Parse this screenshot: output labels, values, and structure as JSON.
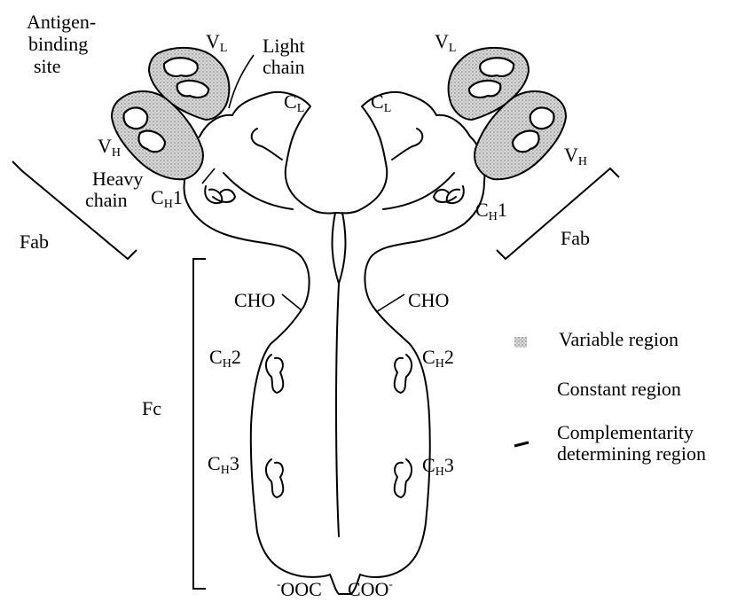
{
  "labels": {
    "antigen_binding_site": [
      "Antigen-",
      "binding",
      "site"
    ],
    "light_chain": [
      "Light",
      "chain"
    ],
    "heavy_chain": [
      "Heavy",
      "chain"
    ],
    "vl_left": {
      "main": "V",
      "sub": "L"
    },
    "vl_right": {
      "main": "V",
      "sub": "L"
    },
    "vh_left": {
      "main": "V",
      "sub": "H"
    },
    "vh_right": {
      "main": "V",
      "sub": "H"
    },
    "cl_left": {
      "main": "C",
      "sub": "L"
    },
    "cl_right": {
      "main": "C",
      "sub": "L"
    },
    "ch1_left": {
      "main": "C",
      "sub": "H",
      "suffix": "1"
    },
    "ch1_right": {
      "main": "C",
      "sub": "H",
      "suffix": "1"
    },
    "ch2_left": {
      "main": "C",
      "sub": "H",
      "suffix": "2"
    },
    "ch2_right": {
      "main": "C",
      "sub": "H",
      "suffix": "2"
    },
    "ch3_left": {
      "main": "C",
      "sub": "H",
      "suffix": "3"
    },
    "ch3_right": {
      "main": "C",
      "sub": "H",
      "suffix": "3"
    },
    "cho_left": "CHO",
    "cho_right": "CHO",
    "fab_left": "Fab",
    "fab_right": "Fab",
    "fc": "Fc",
    "ooc": {
      "sup": "-",
      "main": "OOC"
    },
    "coo": {
      "main": "COO",
      "sup": "-"
    }
  },
  "legend": {
    "items": [
      {
        "label": "Variable region",
        "swatch": "stipple"
      },
      {
        "label": "Constant region",
        "swatch": "none"
      },
      {
        "label": [
          "Complementarity",
          "determining region"
        ],
        "swatch": "bar"
      }
    ]
  },
  "colors": {
    "ink": "#000000",
    "stipple": "#bdbdbd",
    "background": "#ffffff"
  }
}
